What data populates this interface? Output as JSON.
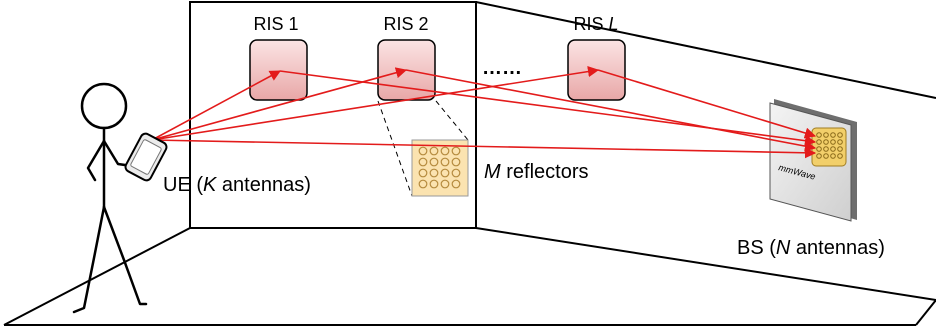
{
  "labels": {
    "ris_1": "RIS 1",
    "ris_2": "RIS 2",
    "ris_l_prefix": "RIS ",
    "ris_l_var": "L",
    "ellipsis": "……",
    "reflectors_var": "M",
    "reflectors_text": " reflectors",
    "ue_prefix": "UE (",
    "ue_var": "K",
    "ue_suffix": " antennas)",
    "bs_prefix": "BS (",
    "bs_var": "N",
    "bs_suffix": " antennas)",
    "bs_panel_text": "mmWave"
  },
  "colors": {
    "ray": "#e31b1b",
    "ris_top": "#fbe4e4",
    "ris_bottom": "#e8a7a7",
    "reflector_fill": "#fbe3b0",
    "reflector_ring": "#b58a3e",
    "line": "#000000"
  }
}
